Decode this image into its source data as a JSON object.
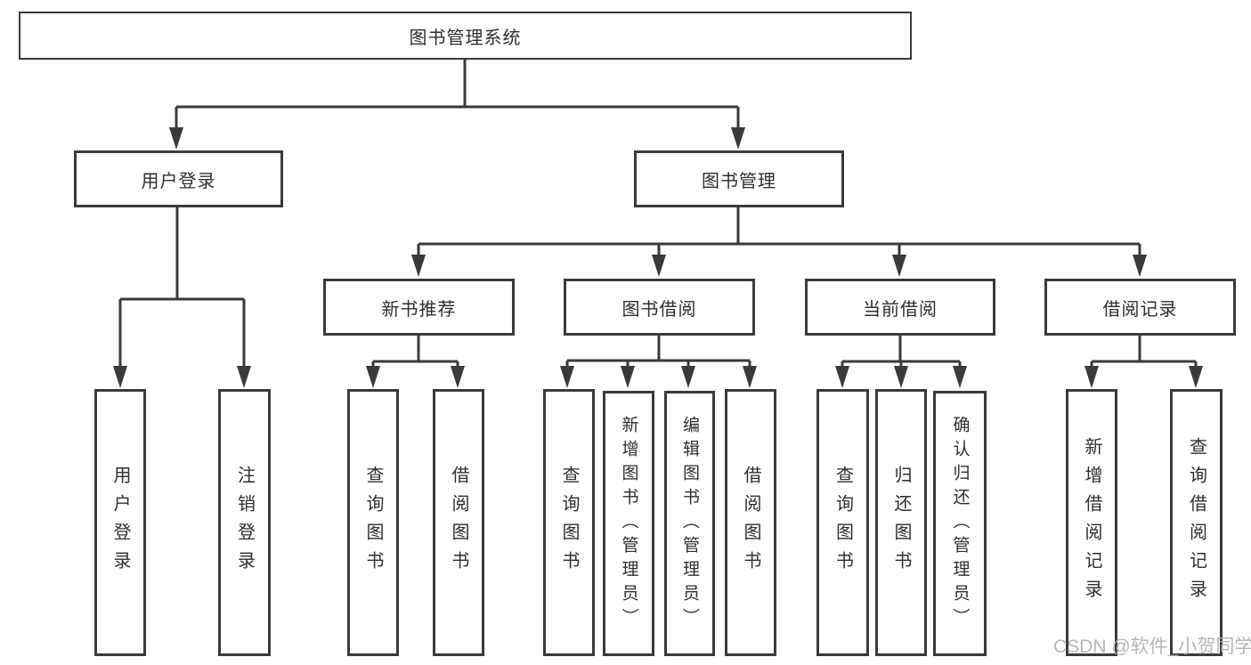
{
  "tree": {
    "root": "图书管理系统",
    "login": {
      "label": "用户登录",
      "children": [
        "用户登录",
        "注销登录"
      ]
    },
    "manage": {
      "label": "图书管理",
      "sections": [
        {
          "label": "新书推荐",
          "children": [
            "查询图书",
            "借阅图书"
          ]
        },
        {
          "label": "图书借阅",
          "children": [
            "查询图书",
            "新增图书（管理员）",
            "编辑图书（管理员）",
            "借阅图书"
          ]
        },
        {
          "label": "当前借阅",
          "children": [
            "查询图书",
            "归还图书",
            "确认归还（管理员）"
          ]
        },
        {
          "label": "借阅记录",
          "children": [
            "新增借阅记录",
            "查询借阅记录"
          ]
        }
      ]
    }
  },
  "watermark": "CSDN @软件_小贺同学",
  "colors": {
    "line": "#3a3a3a",
    "box_border": "#3a3a3a",
    "text": "#2f2f2f",
    "watermark": "#acb1b6",
    "background": "#ffffff"
  }
}
